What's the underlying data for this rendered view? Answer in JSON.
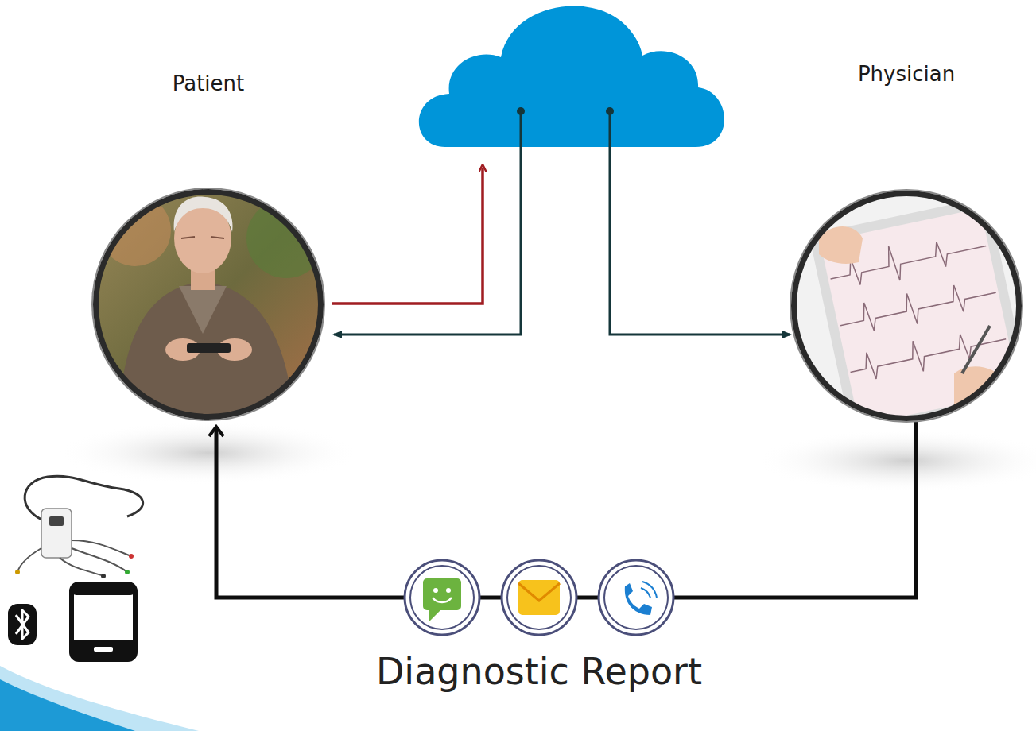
{
  "diagram": {
    "nodes": [
      {
        "text": [
          "Patient"
        ]
      },
      {
        "text": [
          "Physician"
        ]
      }
    ],
    "edges": [
      {
        "from": 1,
        "to": 0,
        "arrow": "to",
        "label": "Diagnostic Report"
      }
    ]
  }
}
